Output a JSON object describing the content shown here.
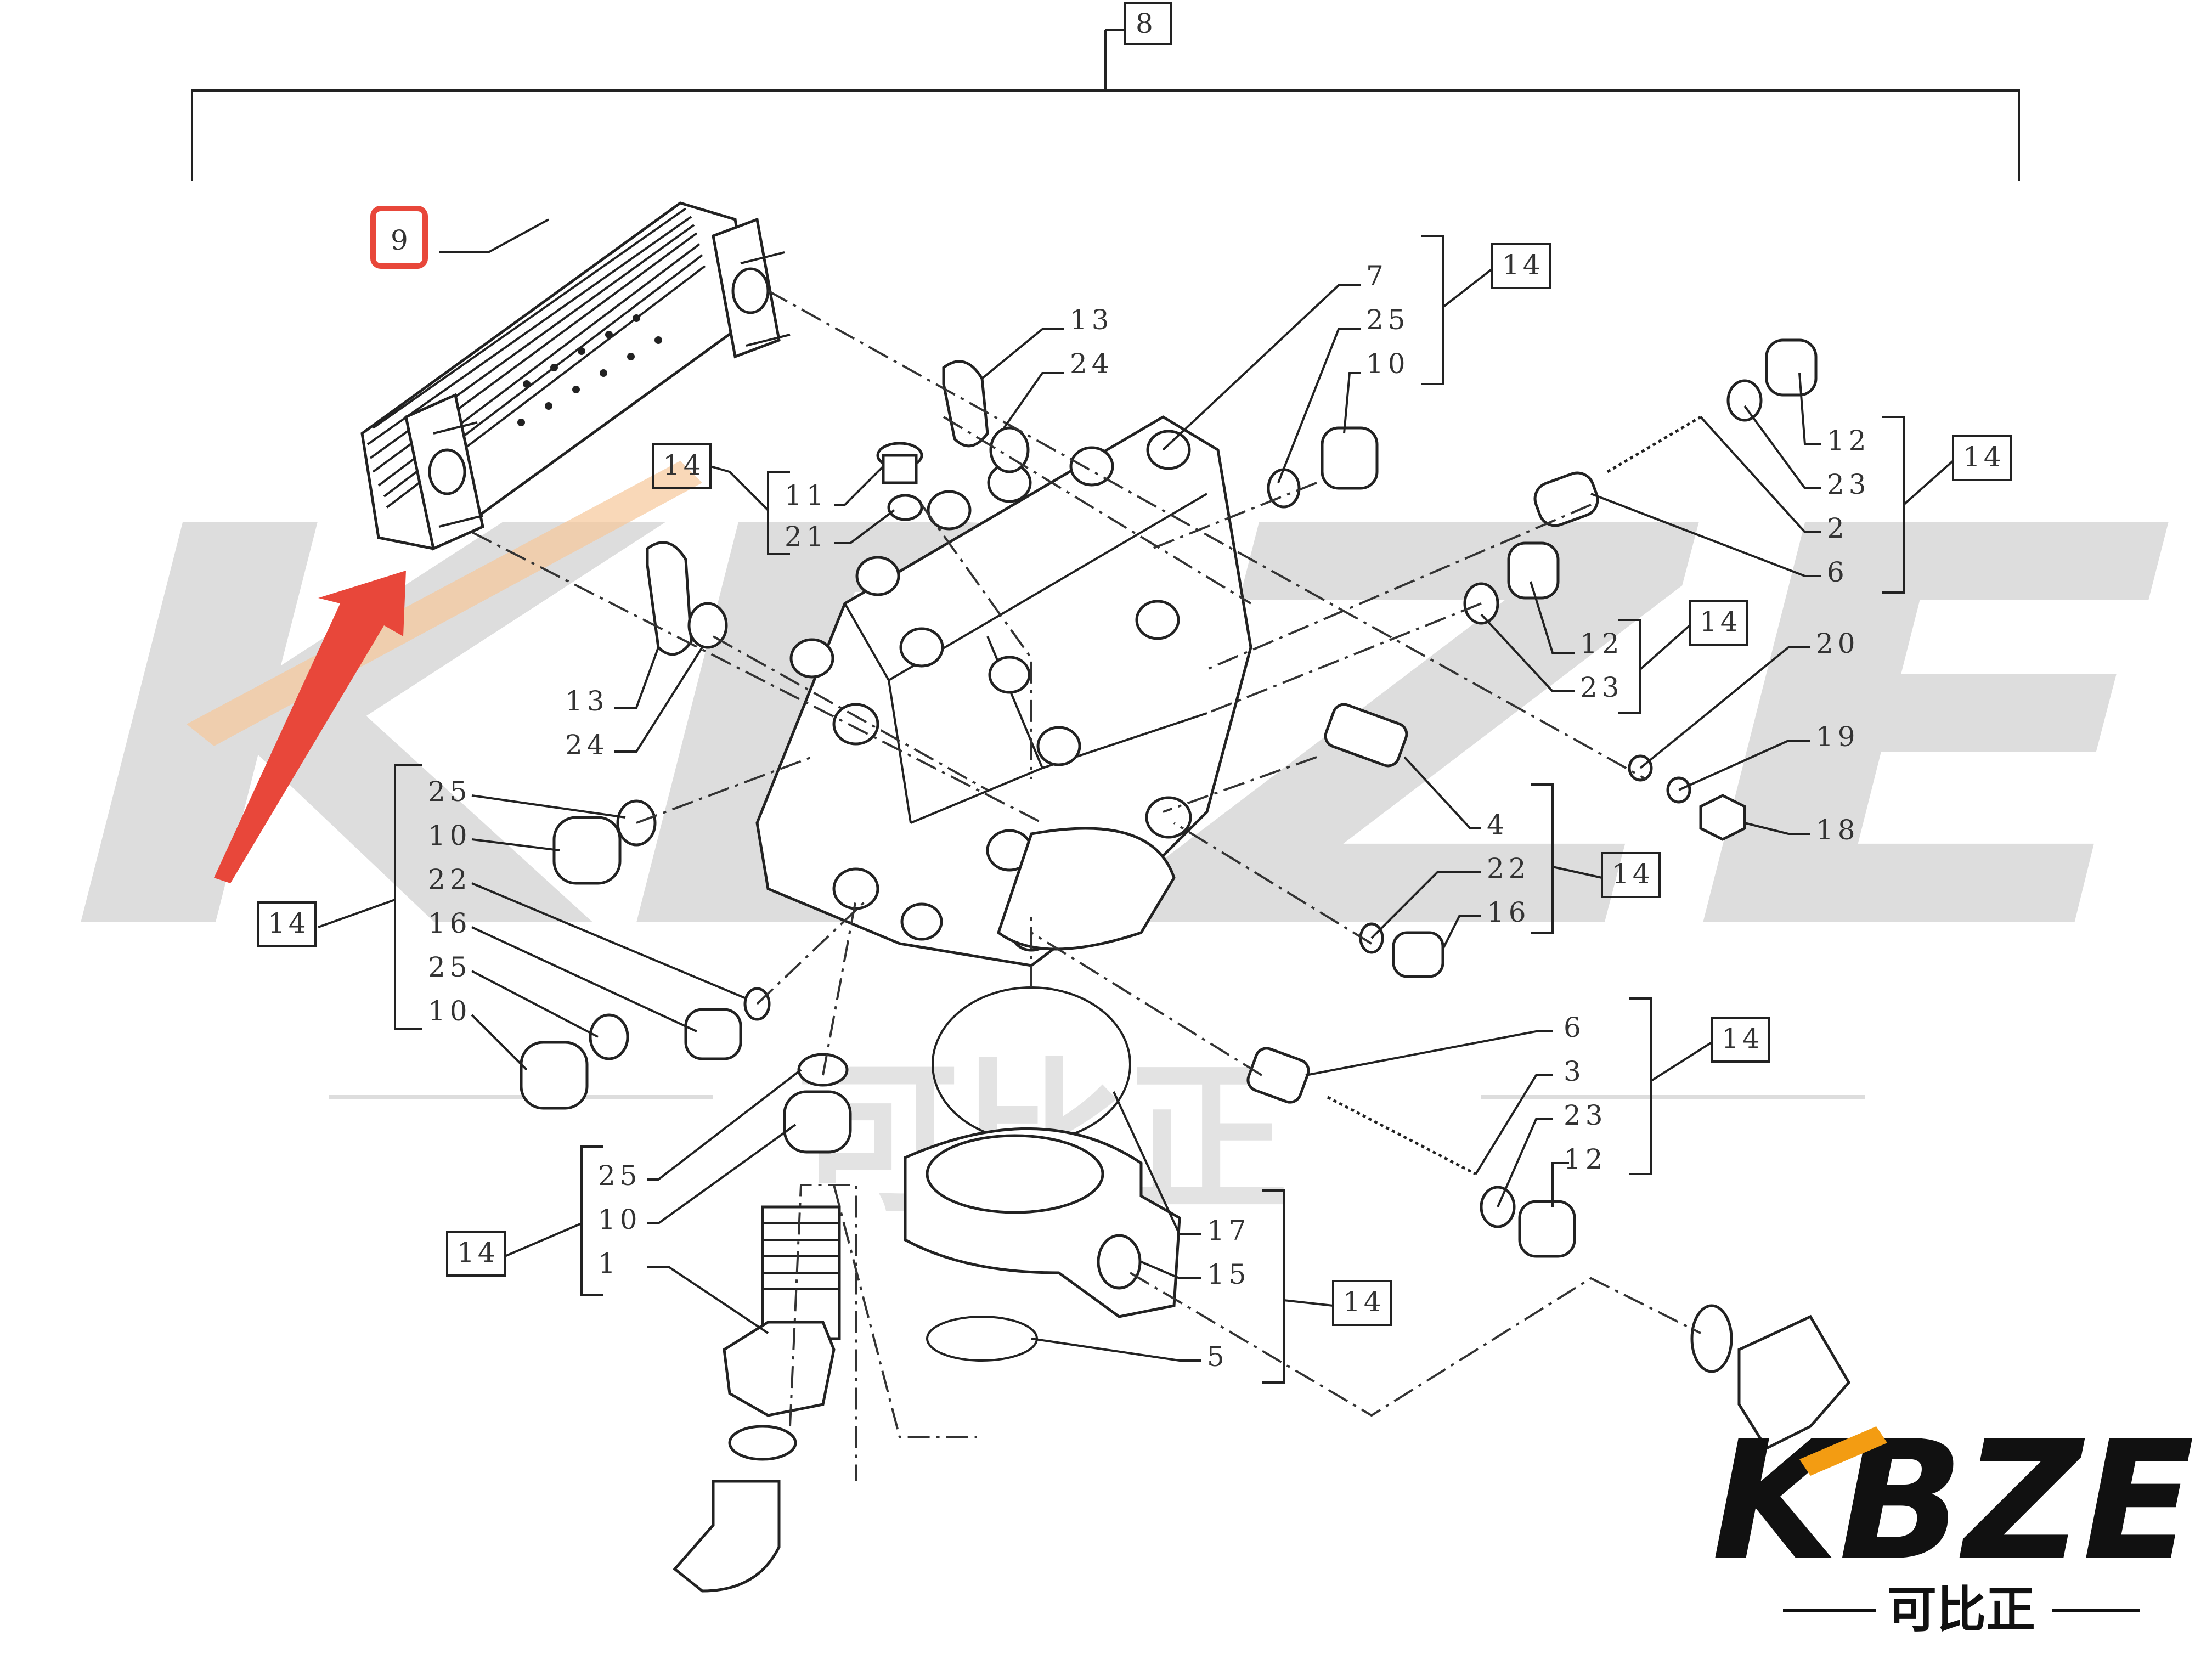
{
  "watermark": {
    "latin": "KBZE",
    "chinese": "可比正"
  },
  "logo": {
    "latin": "KBZE",
    "chinese": "可比正"
  },
  "top_ref": "8",
  "highlight": {
    "label": "9",
    "color": "#e8473a"
  },
  "colors": {
    "highlight": "#e8473a",
    "watermark_accent": "#f6c79a",
    "line": "#222222"
  },
  "boxes": [
    "14",
    "14",
    "14",
    "14",
    "14",
    "14",
    "14",
    "14",
    "14"
  ],
  "callouts": {
    "g1": [
      "13",
      "24"
    ],
    "g2": [
      "7",
      "25",
      "10"
    ],
    "g3": [
      "12",
      "23",
      "2",
      "6"
    ],
    "g4": [
      "11",
      "21"
    ],
    "g5": [
      "12",
      "23"
    ],
    "g6": [
      "20",
      "19",
      "18"
    ],
    "g7": [
      "13",
      "24"
    ],
    "g8": [
      "25",
      "10",
      "22",
      "16",
      "25",
      "10"
    ],
    "g9": [
      "4",
      "22",
      "16"
    ],
    "g10": [
      "6",
      "3",
      "23",
      "12"
    ],
    "g11": [
      "25",
      "10",
      "1"
    ],
    "g12": [
      "17",
      "15",
      "5"
    ]
  }
}
